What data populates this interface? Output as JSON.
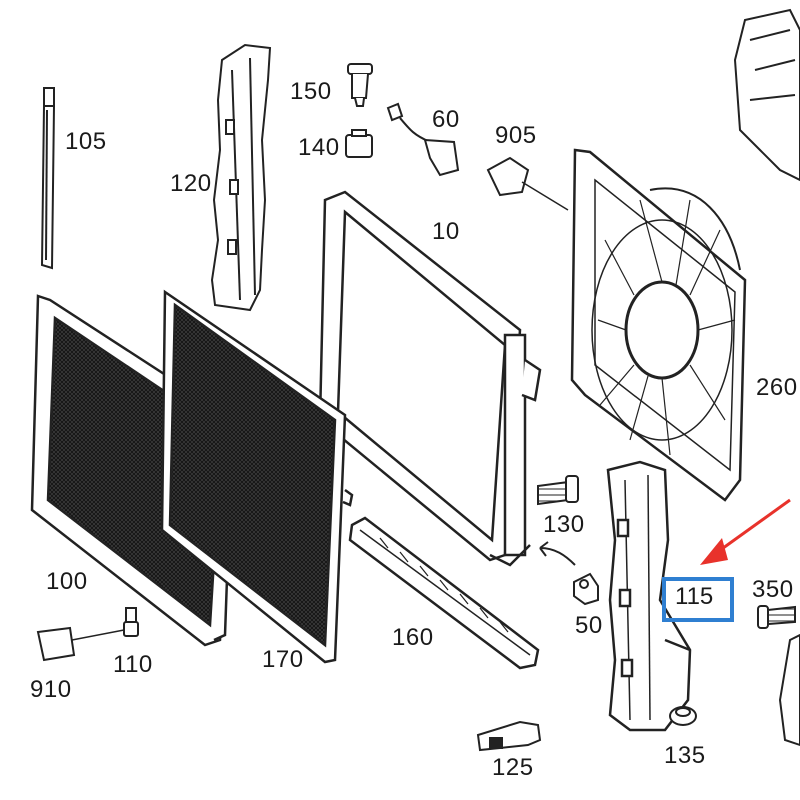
{
  "parts": {
    "p105": "105",
    "p120": "120",
    "p150": "150",
    "p140": "140",
    "p60": "60",
    "p905": "905",
    "p10": "10",
    "p260": "260",
    "p130": "130",
    "p100": "100",
    "p110": "110",
    "p910": "910",
    "p170": "170",
    "p160": "160",
    "p50": "50",
    "p115": "115",
    "p350": "350",
    "p135": "135",
    "p125": "125"
  },
  "highlight": {
    "part": "115",
    "box_color": "#2f7fd1",
    "arrow_color": "#e8322b"
  }
}
